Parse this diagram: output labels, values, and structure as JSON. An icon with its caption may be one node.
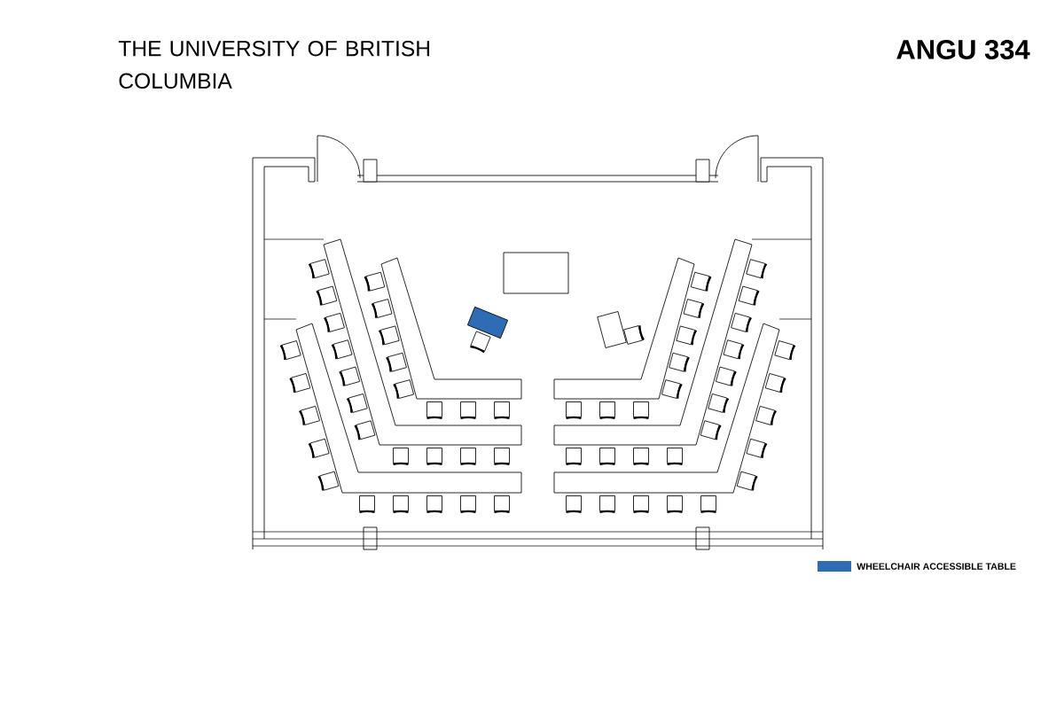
{
  "diagram": {
    "title": "ANGU 334",
    "labels": [
      "THE UNIVERSITY OF BRITISH COLUMBIA"
    ],
    "legend": [
      {
        "text": "WHEELCHAIR ACCESSIBLE TABLE",
        "color": "#2e6db5"
      }
    ]
  }
}
